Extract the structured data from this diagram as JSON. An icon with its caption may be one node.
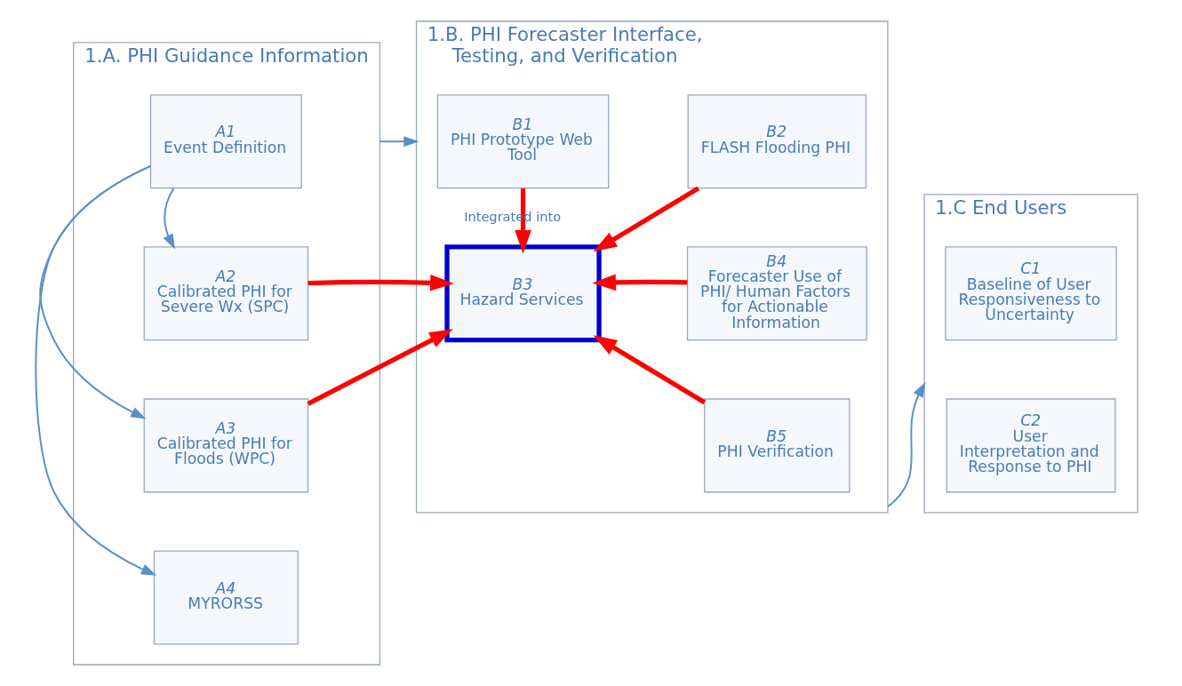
{
  "diagram": {
    "nodes": [
      {
        "text": [
          "1.A. PHI Guidance Information"
        ]
      },
      {
        "text": [
          "A1",
          "Event Definition"
        ],
        "in": 0
      },
      {
        "text": [
          "A2",
          "Calibrated PHI for Severe Wx (SPC)"
        ],
        "in": 0
      },
      {
        "text": [
          "A3",
          "Calibrated PHI for Floods (WPC)"
        ],
        "in": 0
      },
      {
        "text": [
          "A4",
          "MYRORSS"
        ],
        "in": 0
      },
      {
        "text": [
          "1.B. PHI Forecaster Interface, Testing, and Verification"
        ]
      },
      {
        "text": [
          "B1",
          "PHI Prototype Web Tool"
        ],
        "in": 5
      },
      {
        "text": [
          "B2",
          "FLASH Flooding PHI"
        ],
        "in": 5
      },
      {
        "text": [
          "B3",
          "Hazard Services"
        ],
        "in": 5
      },
      {
        "text": [
          "B4",
          "Forecaster Use of PHI/ Human Factors for Actionable Information"
        ],
        "in": 5
      },
      {
        "text": [
          "B5",
          "PHI Verification"
        ],
        "in": 5
      },
      {
        "text": [
          "1.C End Users"
        ]
      },
      {
        "text": [
          "C1",
          "Baseline of User Responsiveness to Uncertainty"
        ],
        "in": 11
      },
      {
        "text": [
          "C2",
          "User Interpretation and Response to PHI"
        ],
        "in": 11
      }
    ],
    "edges": [
      {
        "from": 1,
        "to": 2,
        "arrow": "to",
        "color": "#5b8fc9"
      },
      {
        "from": 1,
        "to": 3,
        "arrow": "to",
        "color": "#5b8fc9"
      },
      {
        "from": 1,
        "to": 4,
        "arrow": "to",
        "color": "#5b8fc9"
      },
      {
        "from": 0,
        "to": 5,
        "arrow": "to",
        "color": "#5b8fc9"
      },
      {
        "from": 5,
        "to": 11,
        "arrow": "to",
        "color": "#5b8fc9"
      },
      {
        "from": 6,
        "to": 8,
        "arrow": "to",
        "label": "Integrated into"
      },
      {
        "from": 2,
        "to": 8,
        "arrow": "to"
      },
      {
        "from": 3,
        "to": 8,
        "arrow": "to"
      },
      {
        "from": 7,
        "to": 8,
        "arrow": "to"
      },
      {
        "from": 9,
        "to": 8,
        "arrow": "to"
      },
      {
        "from": 10,
        "to": 8,
        "arrow": "to"
      }
    ]
  }
}
